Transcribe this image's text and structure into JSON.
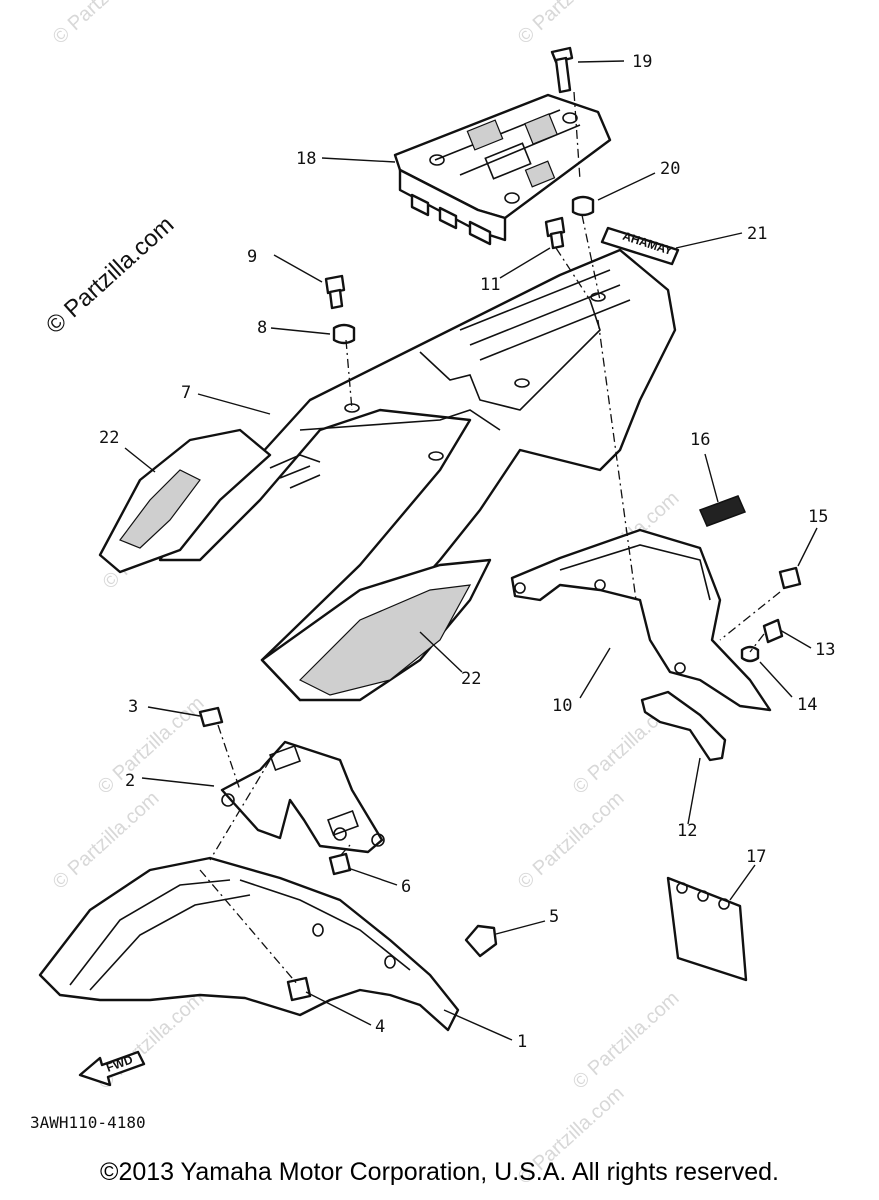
{
  "watermark": "© Partzilla.com",
  "diagram_code": "3AWH110-4180",
  "fwd_label": "FWD",
  "decal_text": "YAMAHA",
  "copyright": "©2013 Yamaha Motor Corporation, U.S.A. All rights reserved.",
  "callouts": [
    "1",
    "2",
    "3",
    "4",
    "5",
    "6",
    "7",
    "8",
    "9",
    "10",
    "11",
    "12",
    "13",
    "14",
    "15",
    "16",
    "17",
    "18",
    "19",
    "20",
    "21",
    "22",
    "22"
  ]
}
